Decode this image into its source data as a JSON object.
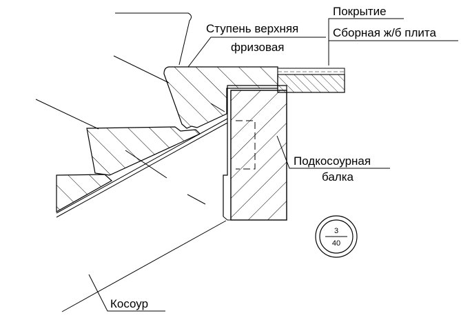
{
  "labels": {
    "step_line1": "Ступень верхняя",
    "step_line2": "фризовая",
    "covering": "Покрытие",
    "slab": "Сборная ж/б плита",
    "beam_line1": "Подкосоурная",
    "beam_line2": "балка",
    "stringer": "Косоур"
  },
  "detail_tag": {
    "top": "3",
    "bottom": "40"
  }
}
